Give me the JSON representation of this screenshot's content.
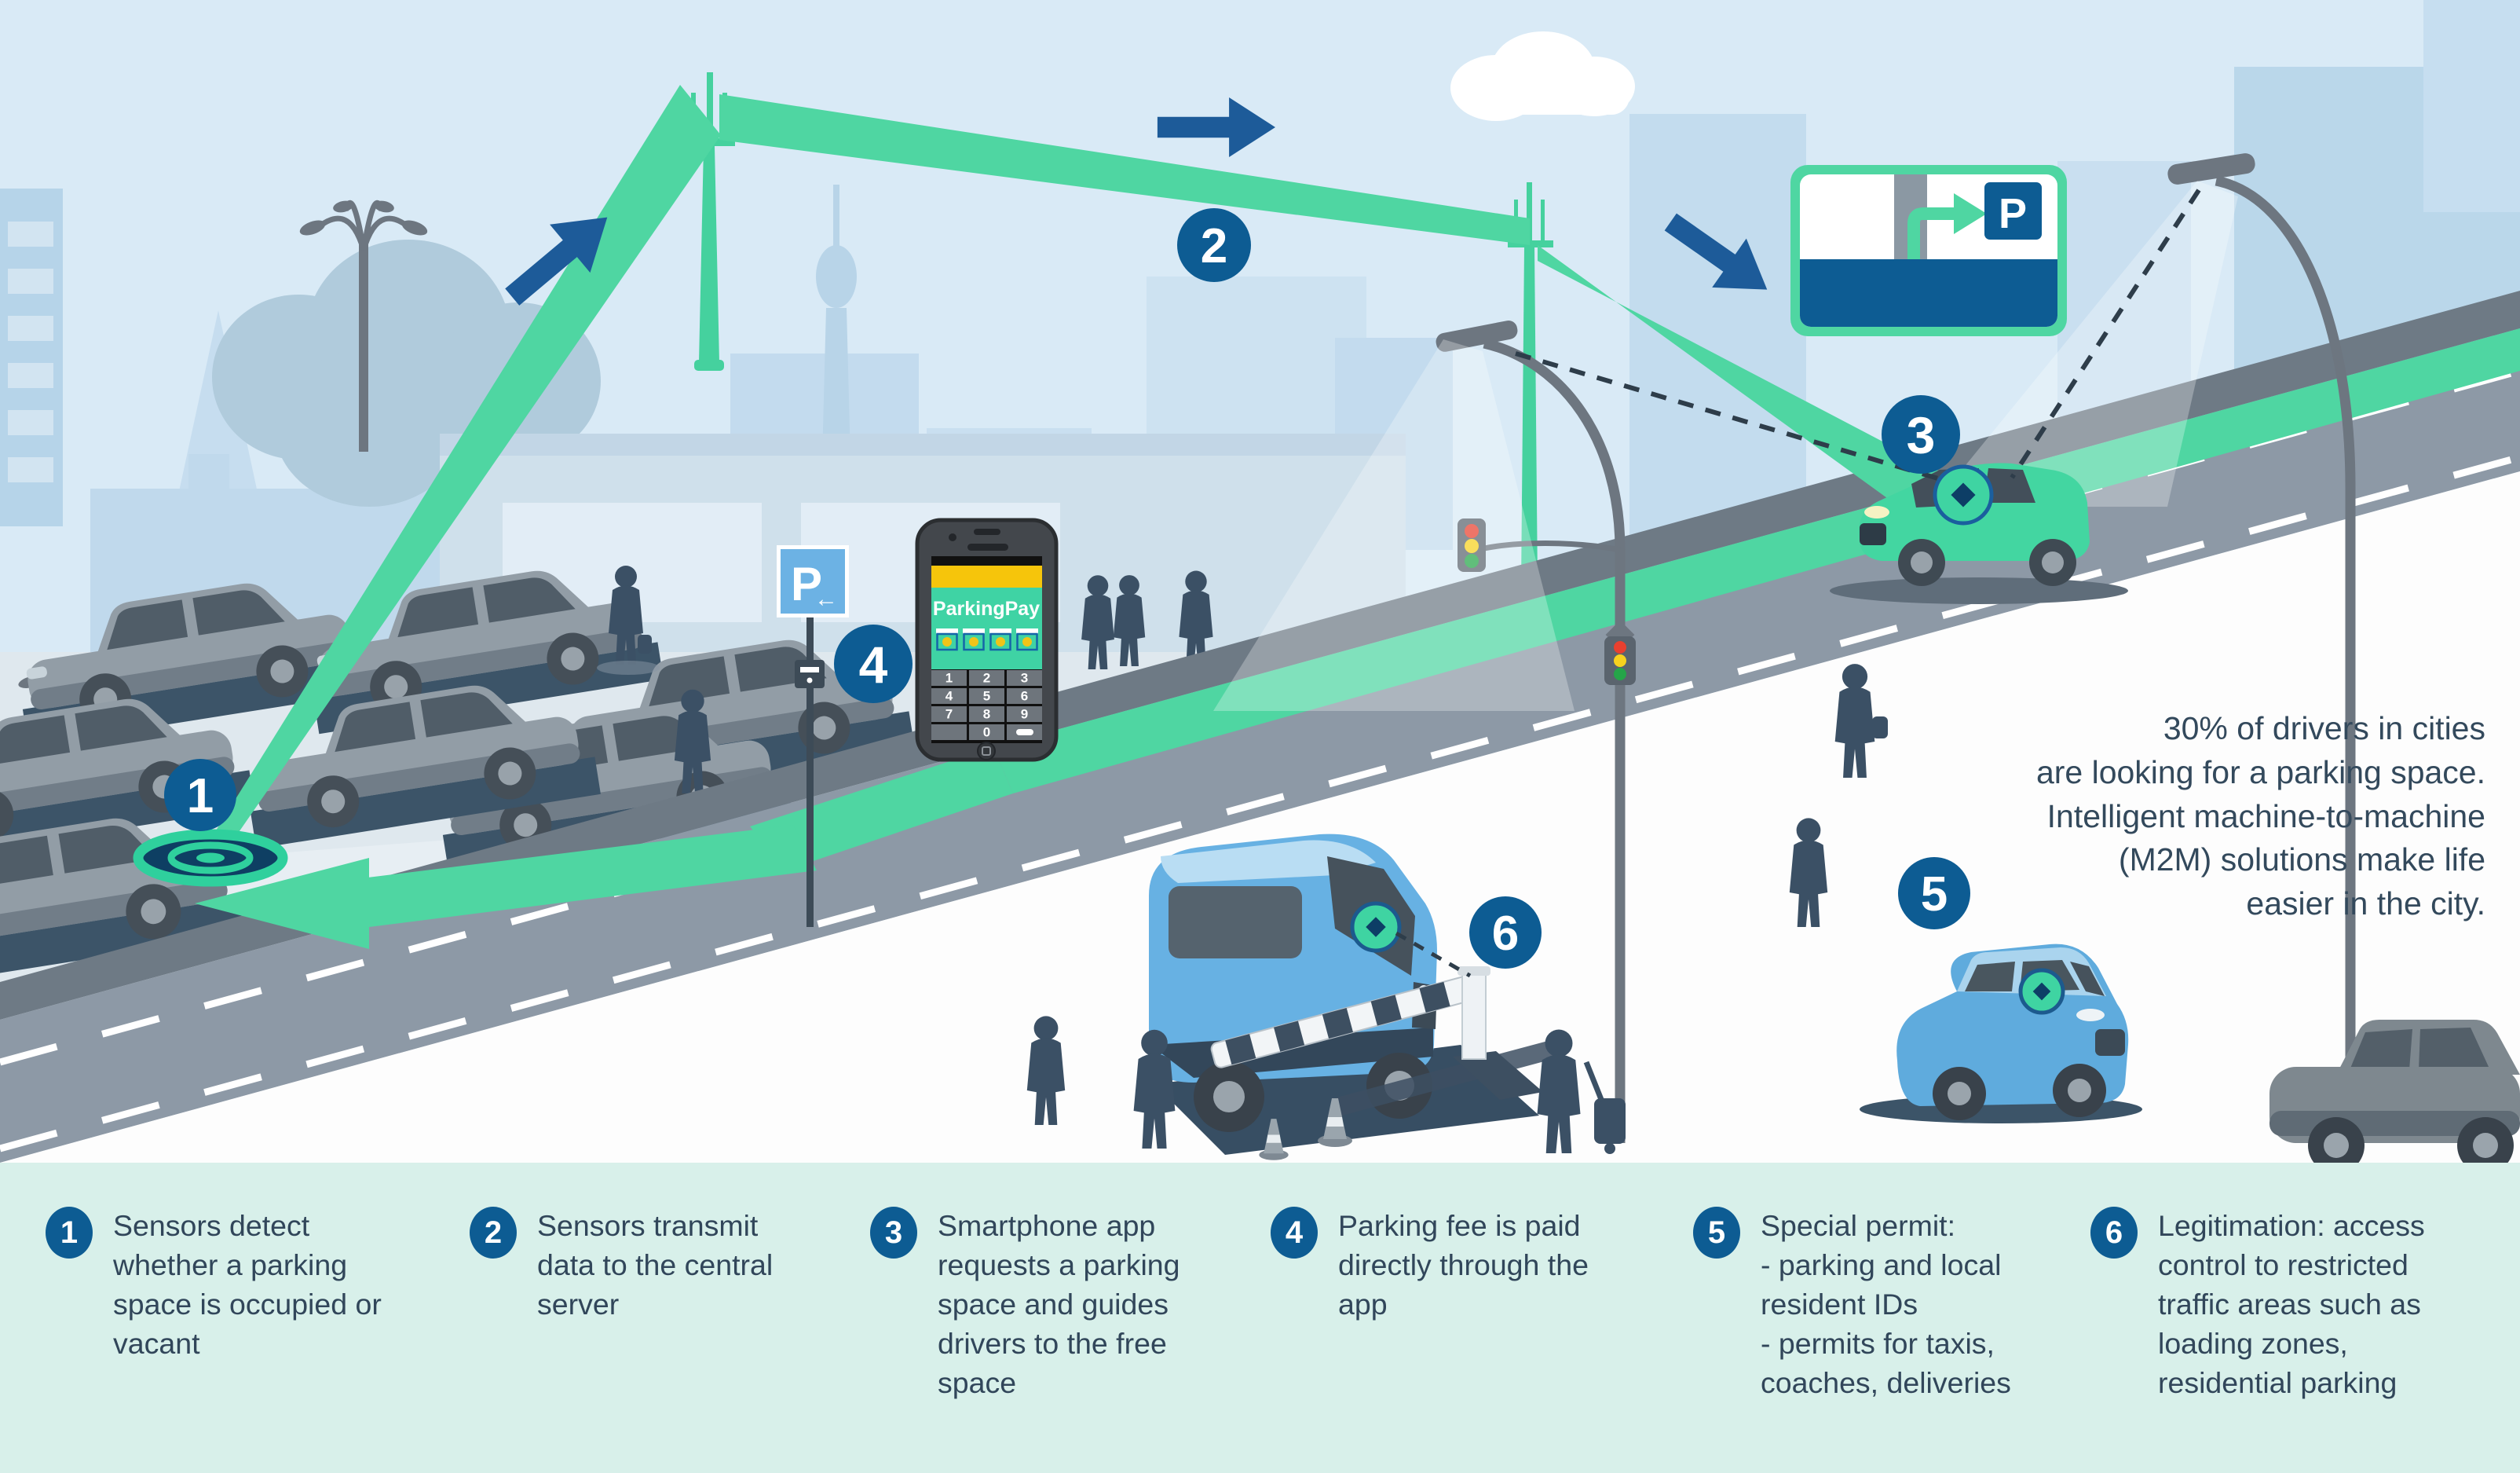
{
  "colors": {
    "accent_green": "#45d6a2",
    "badge_blue": "#0d5c93",
    "arrow_blue": "#1d5b99",
    "legend_bg": "#d8f0ea",
    "sky": "#d9eaf6",
    "road_gray": "#8d99a6",
    "text_dark": "#32485a",
    "phone_yellow": "#f6c50b"
  },
  "scene": {
    "badges": [
      {
        "number": "1"
      },
      {
        "number": "2"
      },
      {
        "number": "3"
      },
      {
        "number": "4"
      },
      {
        "number": "5"
      },
      {
        "number": "6"
      }
    ],
    "phone": {
      "app_name": "ParkingPay",
      "keys": [
        "1",
        "2",
        "3",
        "4",
        "5",
        "6",
        "7",
        "8",
        "9",
        "0"
      ]
    },
    "parking_sign": {
      "letter": "P",
      "arrow": "←"
    },
    "direction_sign": {
      "letter": "P"
    },
    "stat": {
      "lines": [
        "30% of drivers in cities",
        "are looking for a parking space.",
        "Intelligent machine-to-machine",
        "(M2M) solutions make life",
        "easier in the city."
      ]
    }
  },
  "legend": {
    "items": [
      {
        "number": "1",
        "text": "Sensors detect whether a parking space is occupied or vacant"
      },
      {
        "number": "2",
        "text": "Sensors transmit data to the central server"
      },
      {
        "number": "3",
        "text": "Smartphone app requests a parking space and guides drivers to the free space"
      },
      {
        "number": "4",
        "text": "Parking fee is paid directly through the app"
      },
      {
        "number": "5",
        "text": "Special permit:\n- parking and local resident IDs\n- permits for taxis, coaches, deliveries"
      },
      {
        "number": "6",
        "text": "Legitimation: access control to restricted traffic areas such as loading zones, residential parking"
      }
    ]
  }
}
